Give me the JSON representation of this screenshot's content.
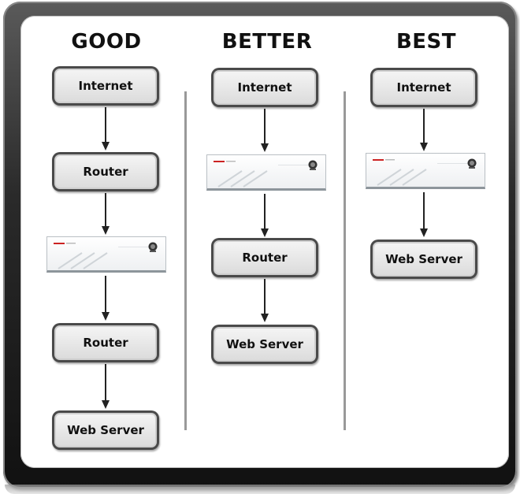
{
  "columns": [
    {
      "heading": "GOOD",
      "nodes": [
        {
          "kind": "box",
          "label": "Internet"
        },
        {
          "kind": "box",
          "label": "Router"
        },
        {
          "kind": "device",
          "label": ""
        },
        {
          "kind": "box",
          "label": "Router"
        },
        {
          "kind": "box",
          "label": "Web Server"
        }
      ]
    },
    {
      "heading": "BETTER",
      "nodes": [
        {
          "kind": "box",
          "label": "Internet"
        },
        {
          "kind": "device",
          "label": ""
        },
        {
          "kind": "box",
          "label": "Router"
        },
        {
          "kind": "box",
          "label": "Web Server"
        }
      ]
    },
    {
      "heading": "BEST",
      "nodes": [
        {
          "kind": "box",
          "label": "Internet"
        },
        {
          "kind": "device",
          "label": ""
        },
        {
          "kind": "box",
          "label": "Web Server"
        }
      ]
    }
  ],
  "colors": {
    "frame": "#2a2a2a",
    "node_border": "#4a4a4a",
    "node_fill": "#e8e8e8",
    "arrow": "#222222",
    "divider": "#999999",
    "device_accent": "#cc2222"
  }
}
